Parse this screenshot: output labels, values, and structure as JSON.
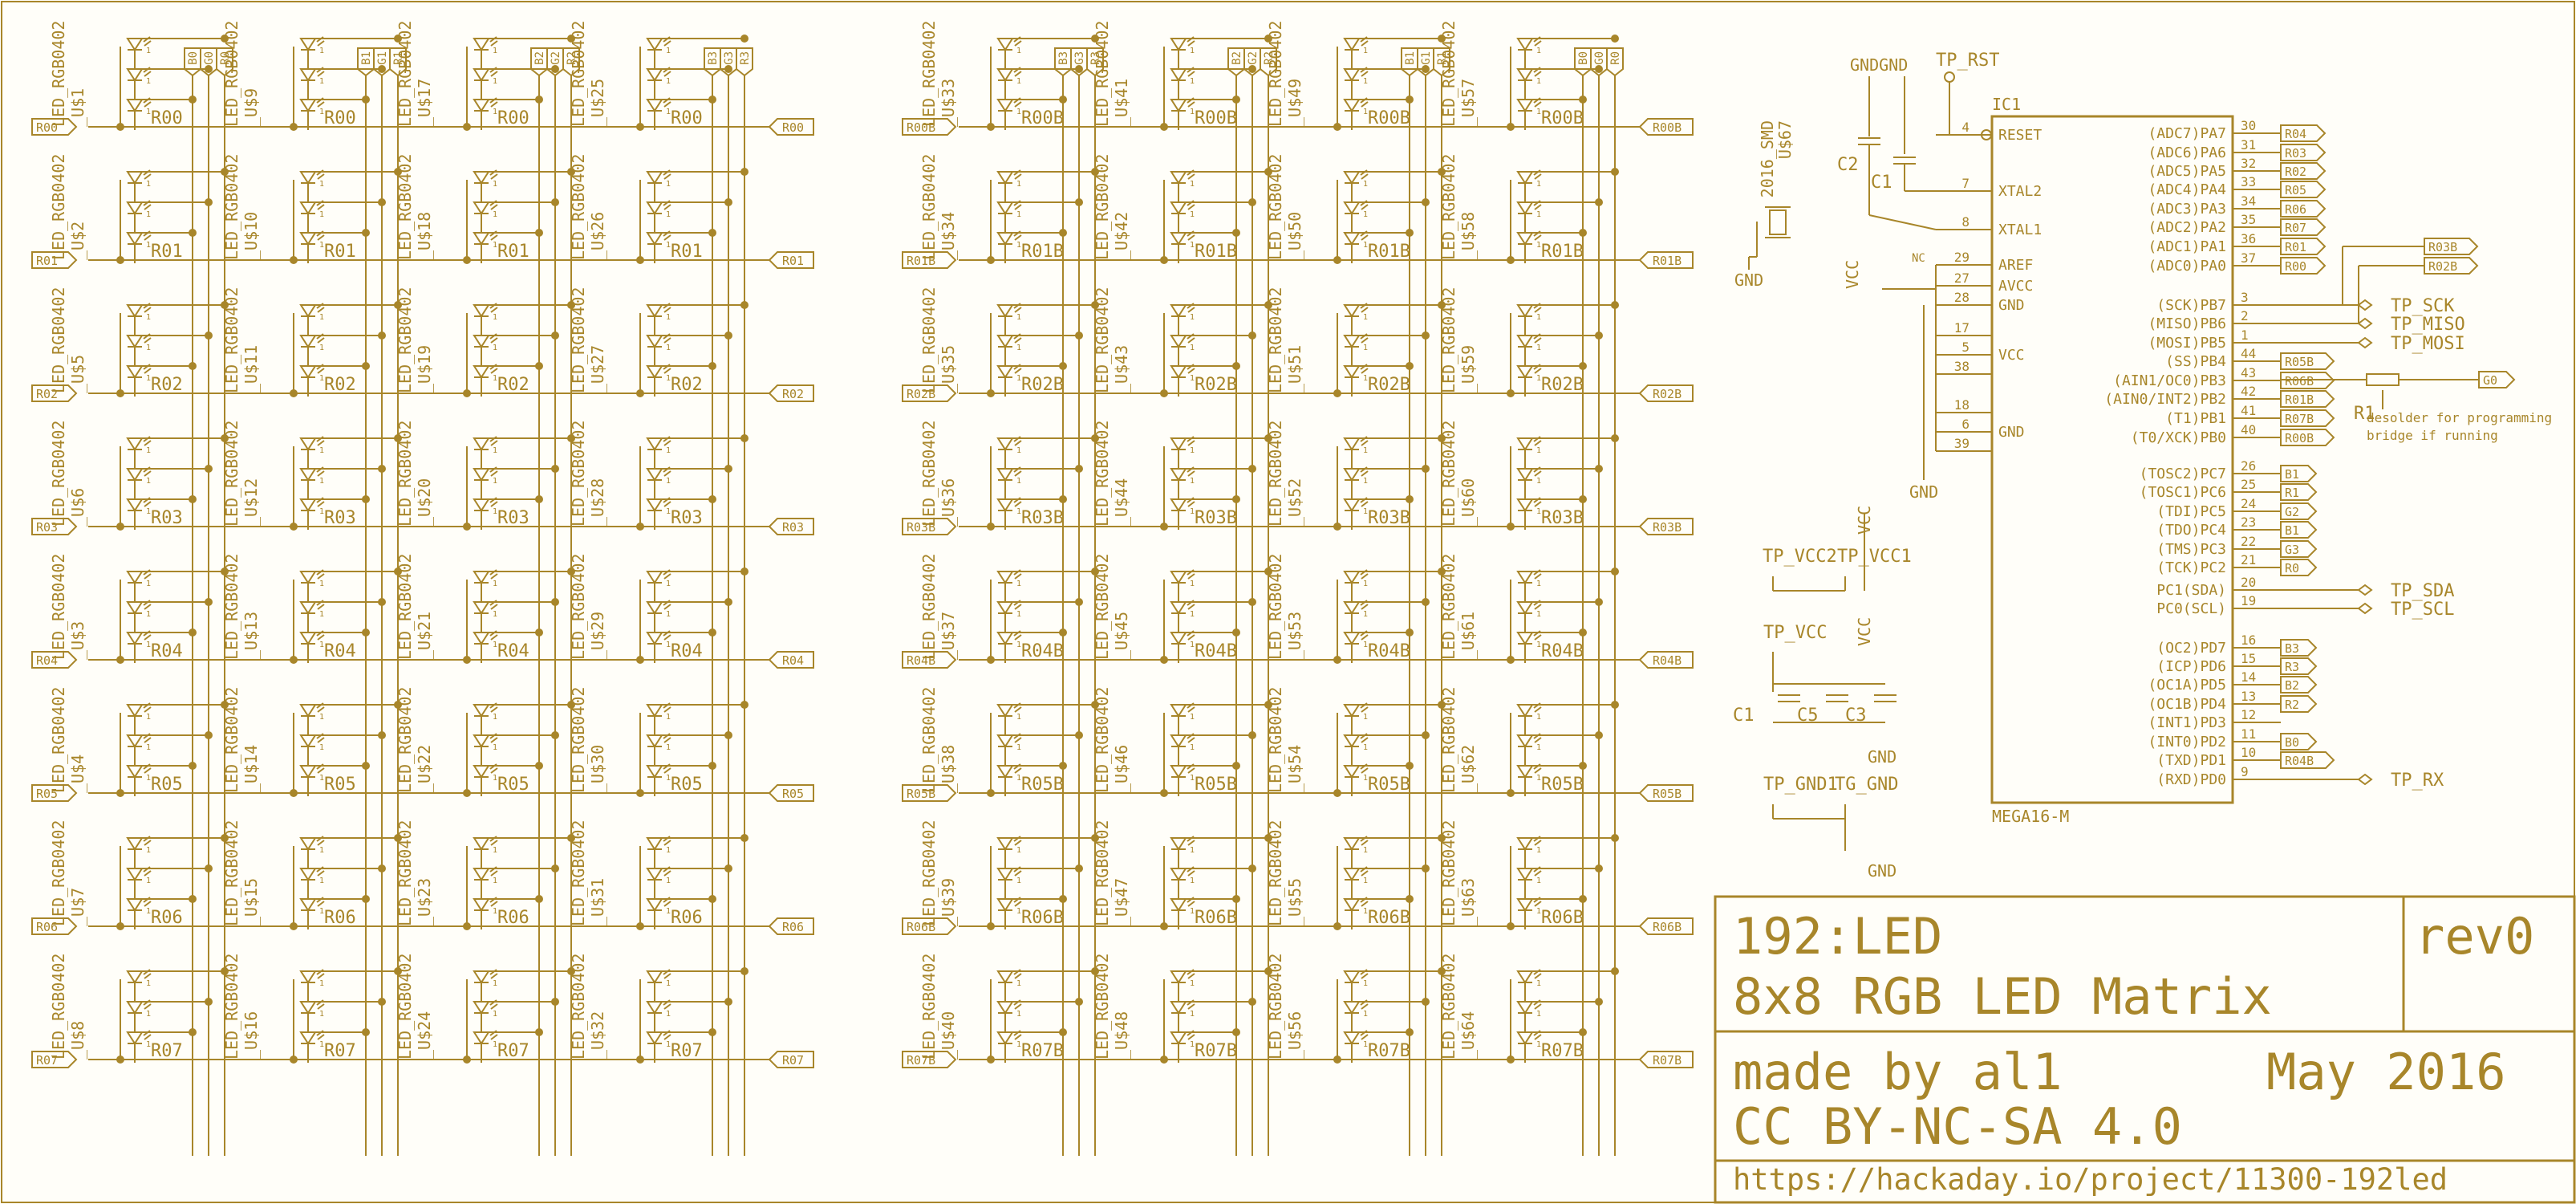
{
  "colors": {
    "ink": "#a8862a",
    "paper": "#fffef9"
  },
  "left_block": {
    "rows": [
      "R00",
      "R01",
      "R02",
      "R03",
      "R04",
      "R05",
      "R06",
      "R07"
    ],
    "cols": [
      {
        "bus": [
          "B0",
          "G0",
          "R0"
        ]
      },
      {
        "bus": [
          "B1",
          "G1",
          "R1"
        ]
      },
      {
        "bus": [
          "B2",
          "G2",
          "R2"
        ]
      },
      {
        "bus": [
          "B3",
          "G3",
          "R3"
        ]
      }
    ],
    "part_type": "LED_RGB0402",
    "refs": [
      [
        "U$1",
        "U$2",
        "U$5",
        "U$6",
        "U$3",
        "U$4",
        "U$7",
        "U$8"
      ],
      [
        "U$9",
        "U$10",
        "U$11",
        "U$12",
        "U$13",
        "U$14",
        "U$15",
        "U$16"
      ],
      [
        "U$17",
        "U$18",
        "U$19",
        "U$20",
        "U$21",
        "U$22",
        "U$23",
        "U$24"
      ],
      [
        "U$25",
        "U$26",
        "U$27",
        "U$28",
        "U$29",
        "U$30",
        "U$31",
        "U$32"
      ]
    ]
  },
  "right_block": {
    "rows": [
      "R00B",
      "R01B",
      "R02B",
      "R03B",
      "R04B",
      "R05B",
      "R06B",
      "R07B"
    ],
    "cols": [
      {
        "bus": [
          "B3",
          "G3",
          "R3"
        ]
      },
      {
        "bus": [
          "B2",
          "G2",
          "R2"
        ]
      },
      {
        "bus": [
          "B1",
          "G1",
          "R1"
        ]
      },
      {
        "bus": [
          "B0",
          "G0",
          "R0"
        ]
      }
    ],
    "part_type": "LED_RGB0402",
    "refs": [
      [
        "U$33",
        "U$34",
        "U$35",
        "U$36",
        "U$37",
        "U$38",
        "U$39",
        "U$40"
      ],
      [
        "U$41",
        "U$42",
        "U$43",
        "U$44",
        "U$45",
        "U$46",
        "U$47",
        "U$48"
      ],
      [
        "U$49",
        "U$50",
        "U$51",
        "U$52",
        "U$53",
        "U$54",
        "U$55",
        "U$56"
      ],
      [
        "U$57",
        "U$58",
        "U$59",
        "U$60",
        "U$61",
        "U$62",
        "U$63",
        "U$64"
      ]
    ]
  },
  "mcu": {
    "name": "IC1",
    "value": "MEGA16-M",
    "left_pins": [
      {
        "num": "4",
        "name": "RESET"
      },
      {
        "num": "7",
        "name": "XTAL2"
      },
      {
        "num": "8",
        "name": "XTAL1"
      },
      {
        "num": "29",
        "name": "AREF",
        "nc": "NC"
      },
      {
        "num": "27",
        "name": "AVCC"
      },
      {
        "num": "28",
        "name": "GND"
      },
      {
        "num": "17",
        "name": ""
      },
      {
        "num": "5",
        "name": "VCC"
      },
      {
        "num": "38",
        "name": ""
      },
      {
        "num": "18",
        "name": ""
      },
      {
        "num": "6",
        "name": "GND"
      },
      {
        "num": "39",
        "name": ""
      }
    ],
    "right_pins": [
      {
        "num": "30",
        "name": "(ADC7)PA7",
        "net": "R04"
      },
      {
        "num": "31",
        "name": "(ADC6)PA6",
        "net": "R03"
      },
      {
        "num": "32",
        "name": "(ADC5)PA5",
        "net": "R02"
      },
      {
        "num": "33",
        "name": "(ADC4)PA4",
        "net": "R05"
      },
      {
        "num": "34",
        "name": "(ADC3)PA3",
        "net": "R06"
      },
      {
        "num": "35",
        "name": "(ADC2)PA2",
        "net": "R07"
      },
      {
        "num": "36",
        "name": "(ADC1)PA1",
        "net": "R01"
      },
      {
        "num": "37",
        "name": "(ADC0)PA0",
        "net": "R00"
      },
      {
        "num": "3",
        "name": "(SCK)PB7",
        "net": ""
      },
      {
        "num": "2",
        "name": "(MISO)PB6",
        "net": ""
      },
      {
        "num": "1",
        "name": "(MOSI)PB5",
        "net": ""
      },
      {
        "num": "44",
        "name": "(SS)PB4",
        "net": "R05B"
      },
      {
        "num": "43",
        "name": "(AIN1/OC0)PB3",
        "net": "R06B"
      },
      {
        "num": "42",
        "name": "(AIN0/INT2)PB2",
        "net": "R01B"
      },
      {
        "num": "41",
        "name": "(T1)PB1",
        "net": "R07B"
      },
      {
        "num": "40",
        "name": "(T0/XCK)PB0",
        "net": "R00B"
      },
      {
        "num": "26",
        "name": "(TOSC2)PC7",
        "net": "B1"
      },
      {
        "num": "25",
        "name": "(TOSC1)PC6",
        "net": "R1"
      },
      {
        "num": "24",
        "name": "(TDI)PC5",
        "net": "G2"
      },
      {
        "num": "23",
        "name": "(TDO)PC4",
        "net": "B1"
      },
      {
        "num": "22",
        "name": "(TMS)PC3",
        "net": "G3"
      },
      {
        "num": "21",
        "name": "(TCK)PC2",
        "net": "R0"
      },
      {
        "num": "20",
        "name": "PC1(SDA)",
        "net": ""
      },
      {
        "num": "19",
        "name": "PC0(SCL)",
        "net": ""
      },
      {
        "num": "16",
        "name": "(OC2)PD7",
        "net": "B3"
      },
      {
        "num": "15",
        "name": "(ICP)PD6",
        "net": "R3"
      },
      {
        "num": "14",
        "name": "(OC1A)PD5",
        "net": "B2"
      },
      {
        "num": "13",
        "name": "(OC1B)PD4",
        "net": "R2"
      },
      {
        "num": "12",
        "name": "(INT1)PD3",
        "net": ""
      },
      {
        "num": "11",
        "name": "(INT0)PD2",
        "net": "B0"
      },
      {
        "num": "10",
        "name": "(TXD)PD1",
        "net": "R04B"
      },
      {
        "num": "9",
        "name": "(RXD)PD0",
        "net": ""
      }
    ]
  },
  "extra_nets": {
    "top_a": "R03B",
    "top_b": "R02B"
  },
  "test_points": {
    "rst": "TP_RST",
    "sck": "TP_SCK",
    "miso": "TP_MISO",
    "mosi": "TP_MOSI",
    "sda": "TP_SDA",
    "scl": "TP_SCL",
    "rx": "TP_RX",
    "vcc2": "TP_VCC2",
    "vcc1": "TP_VCC1",
    "vcc": "TP_VCC",
    "gnd1": "TP_GND1",
    "tggnd": "TG_GND"
  },
  "crystal": {
    "package": "2016_SMD",
    "ref": "U$67"
  },
  "caps": {
    "c1a": "C1",
    "c2": "C2",
    "c1": "C1",
    "c5": "C5",
    "c3": "C3"
  },
  "resistor": {
    "ref": "R1",
    "net": "G0",
    "note_line1": "desolder for programming",
    "note_line2": "bridge if running"
  },
  "power": {
    "gnd": "GND",
    "vcc": "VCC",
    "nc": "NC"
  },
  "title_block": {
    "title1": "192:LED",
    "title2": "8x8 RGB LED Matrix",
    "rev": "rev0",
    "author": "made by al1",
    "date": "May 2016",
    "license": "CC BY-NC-SA 4.0",
    "url": "https://hackaday.io/project/11300-192led"
  }
}
